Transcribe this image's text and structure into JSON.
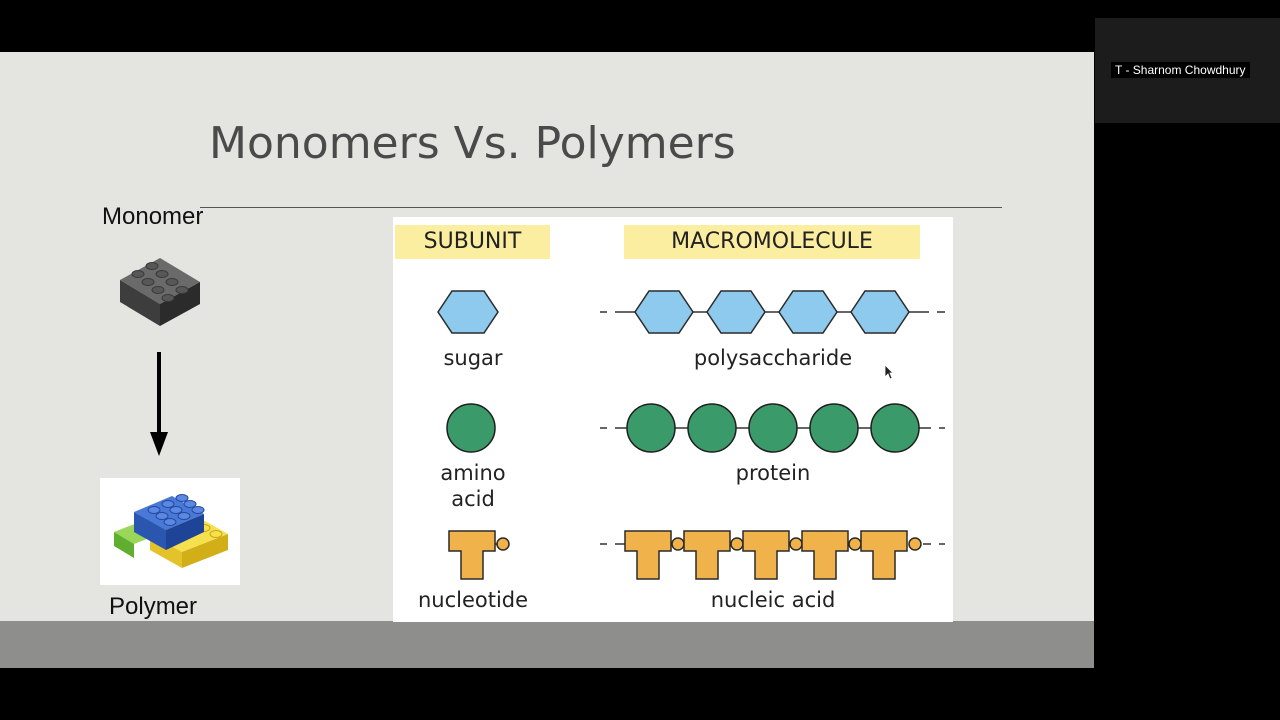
{
  "presenter": {
    "name": "T - Sharnom Chowdhury"
  },
  "slide": {
    "title": "Monomers Vs. Polymers",
    "monomer_label": "Monomer",
    "polymer_label": "Polymer",
    "figure": {
      "header_subunit": "SUBUNIT",
      "header_macromolecule": "MACROMOLECULE",
      "rows": [
        {
          "subunit": "sugar",
          "macromolecule": "polysaccharide",
          "shape": "hexagon-icon",
          "color": "#8ecaee"
        },
        {
          "subunit": "amino acid",
          "subunit_line1": "amino",
          "subunit_line2": "acid",
          "macromolecule": "protein",
          "shape": "circle-icon",
          "color": "#3a9a6a"
        },
        {
          "subunit": "nucleotide",
          "macromolecule": "nucleic acid",
          "shape": "t-block-icon",
          "color": "#f0b24a"
        }
      ]
    }
  }
}
